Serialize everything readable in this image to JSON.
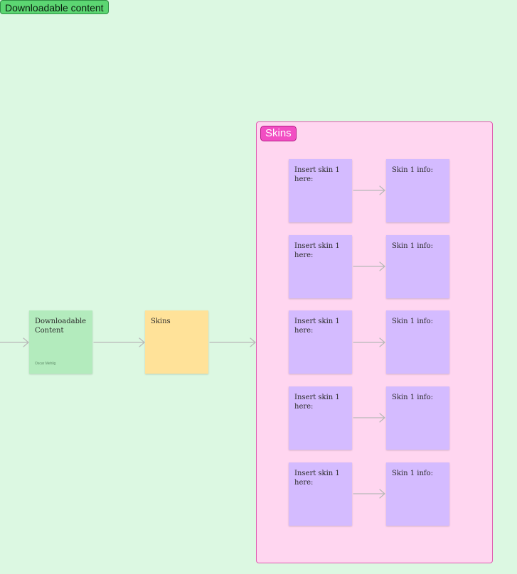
{
  "section": {
    "title": "Downloadable content"
  },
  "main_flow": {
    "dlc_note": {
      "text": "Downloadable Content",
      "author": "Oscar Mehlig"
    },
    "skins_note": {
      "text": "Skins"
    }
  },
  "skins_frame": {
    "title": "Skins",
    "rows": [
      {
        "insert": "Insert skin 1 here:",
        "info": "Skin 1 info:"
      },
      {
        "insert": "Insert skin 1 here:",
        "info": "Skin 1 info:"
      },
      {
        "insert": "Insert skin 1 here:",
        "info": "Skin 1 info:"
      },
      {
        "insert": "Insert skin 1 here:",
        "info": "Skin 1 info:"
      },
      {
        "insert": "Insert skin 1 here:",
        "info": "Skin 1 info:"
      }
    ]
  },
  "colors": {
    "canvas": "#dcf8e2",
    "section_tag": "#5cd672",
    "frame_fill": "#ffd6f0",
    "frame_tag": "#f24ec3",
    "note_green": "#b3ebbd",
    "note_yellow": "#ffe299",
    "note_purple": "#d4bbff",
    "connector": "#b8b8b8"
  }
}
